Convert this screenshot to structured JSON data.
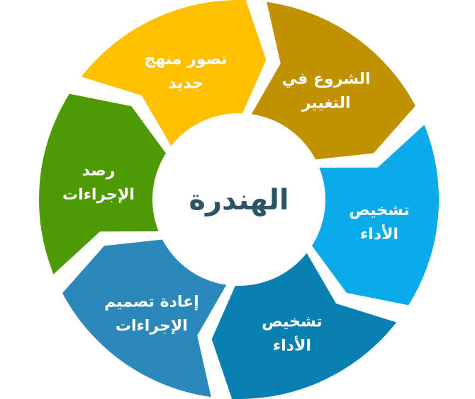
{
  "center": {
    "label": "الهندرة",
    "color": "#2b5566"
  },
  "segments": [
    {
      "line1": "الشروع في",
      "line2": "التغيير",
      "color": "#c09100",
      "angle": -55
    },
    {
      "line1": "تشخيص",
      "line2": "الأداء",
      "color": "#0baaea",
      "angle": 5
    },
    {
      "line1": "تشخيص",
      "line2": "الأداء",
      "color": "#0a80b2",
      "angle": 65
    },
    {
      "line1": "إعادة تصميم",
      "line2": "الإجراءات",
      "color": "#2c88bb",
      "angle": 125
    },
    {
      "line1": "رصد",
      "line2": "الإجراءات",
      "color": "#4e9a06",
      "angle": 185
    },
    {
      "line1": "تصور منهج",
      "line2": "جديد",
      "color": "#ffc000",
      "angle": 245
    }
  ]
}
